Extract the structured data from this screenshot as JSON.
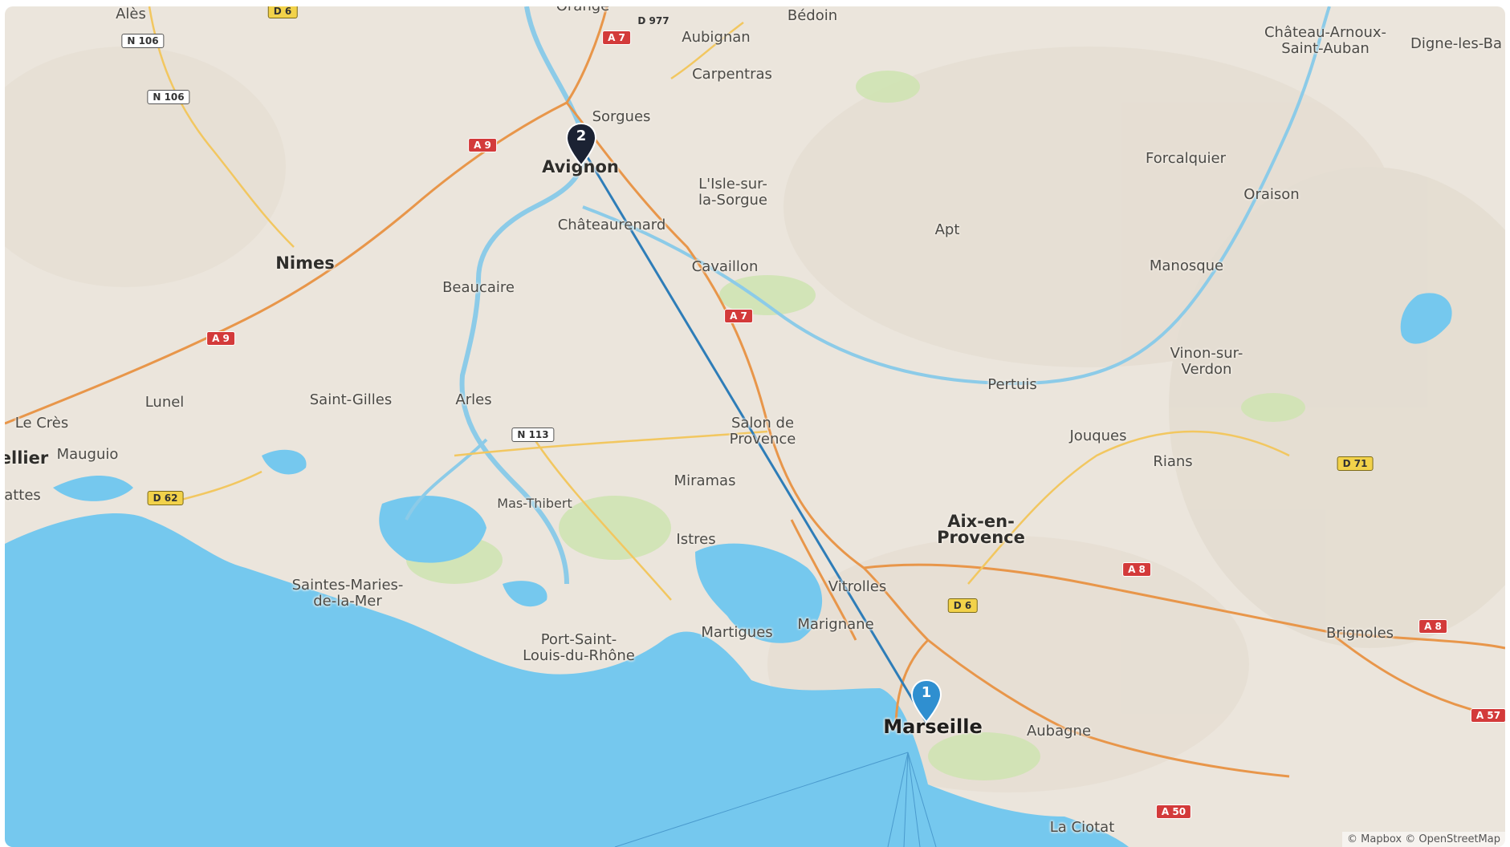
{
  "map": {
    "attribution": "© Mapbox © OpenStreetMap",
    "colors": {
      "land": "#ebe5dc",
      "water": "#75c8ee",
      "route": "#2e7db8",
      "marker_1": "#2f8fd0",
      "marker_2": "#1b2233",
      "motorway": "#e8964a",
      "highway": "#f2c760"
    },
    "markers": [
      {
        "label": "1",
        "place": "Marseille"
      },
      {
        "label": "2",
        "place": "Avignon"
      }
    ],
    "route": {
      "from": "Marseille",
      "to": "Avignon"
    },
    "places": {
      "ales": "Alès",
      "orange": "Orange",
      "bedoin": "Bédoin",
      "aubignan": "Aubignan",
      "carpentras": "Carpentras",
      "sorgues": "Sorgues",
      "avignon": "Avignon",
      "lisle": "L'Isle-sur-\nla-Sorgue",
      "chateaurenard": "Châteaurenard",
      "chateau_arnoux": "Château-Arnoux-\nSaint-Auban",
      "digne": "Digne-les-Ba",
      "forcalquier": "Forcalquier",
      "oraison": "Oraison",
      "apt": "Apt",
      "cavaillon": "Cavaillon",
      "manosque": "Manosque",
      "nimes": "Nimes",
      "beaucaire": "Beaucaire",
      "vinon": "Vinon-sur-\nVerdon",
      "pertuis": "Pertuis",
      "lunel": "Lunel",
      "saint_gilles": "Saint-Gilles",
      "arles": "Arles",
      "salon": "Salon de\nProvence",
      "le_cres": "Le Crès",
      "jouques": "Jouques",
      "rians": "Rians",
      "mauguio": "Mauguio",
      "montpellier": "ellier",
      "miramas": "Miramas",
      "lattes": "attes",
      "mas_thibert": "Mas-Thibert",
      "aix": "Aix-en-\nProvence",
      "istres": "Istres",
      "vitrolles": "Vitrolles",
      "saintes_maries": "Saintes-Maries-\nde-la-Mer",
      "martigues": "Martigues",
      "marignane": "Marignane",
      "brignoles": "Brignoles",
      "port_saint_louis": "Port-Saint-\nLouis-du-Rhône",
      "marseille": "Marseille",
      "aubagne": "Aubagne",
      "la_ciotat": "La Ciotat"
    },
    "shields": {
      "d6_top": "D 6",
      "n106_a": "N 106",
      "n106_b": "N 106",
      "d977": "D 977",
      "a7_top": "A 7",
      "a9_a": "A 9",
      "a9_b": "A 9",
      "a7_mid": "A 7",
      "n113": "N 113",
      "d62": "D 62",
      "d71": "D 71",
      "a8_a": "A 8",
      "d6_mid": "D 6",
      "a8_b": "A 8",
      "a57": "A 57",
      "a50": "A 50"
    }
  }
}
